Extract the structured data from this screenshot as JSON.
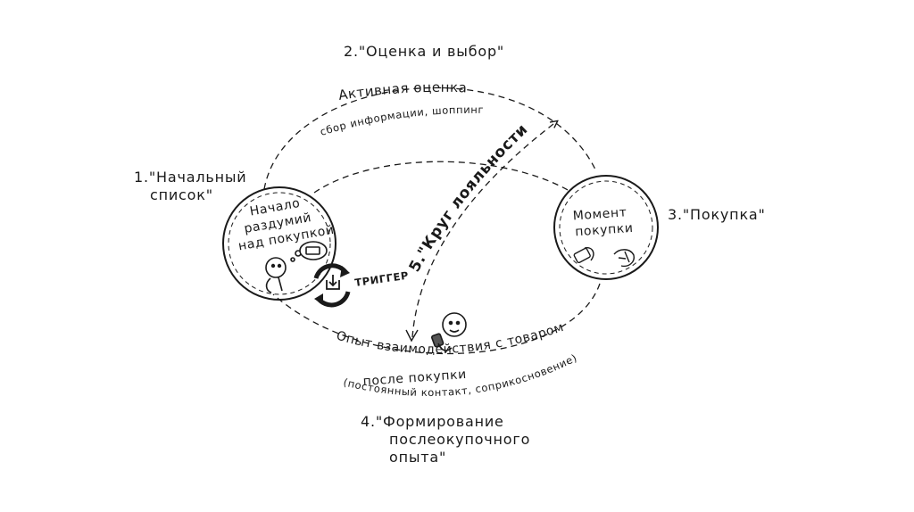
{
  "stages": {
    "stage1": {
      "lines": [
        "1.\"Начальный",
        "список\""
      ]
    },
    "stage2": {
      "text": "2.\"Оценка и выбор\""
    },
    "stage3": {
      "text": "3.\"Покупка\""
    },
    "stage4": {
      "lines": [
        "4.\"Формирование",
        "послеокупочного",
        "опыта\""
      ]
    },
    "stage5": {
      "text": "5.\"Круг лояльности\""
    }
  },
  "nodes": {
    "start": {
      "lines": [
        "Начало",
        "раздумий",
        "над покупкой"
      ]
    },
    "moment": {
      "lines": [
        "Момент",
        "покупки"
      ]
    }
  },
  "arcs": {
    "active_title": "Активная оценка",
    "active_sub": "сбор информации, шоппинг",
    "experience_lines": [
      "Опыт взаимодействия с товаром",
      "после покупки",
      "(постоянный контакт, соприкосновение)"
    ]
  },
  "trigger": {
    "label": "Триггер"
  },
  "colors": {
    "ink": "#1a1a1a",
    "background": "#ffffff"
  }
}
